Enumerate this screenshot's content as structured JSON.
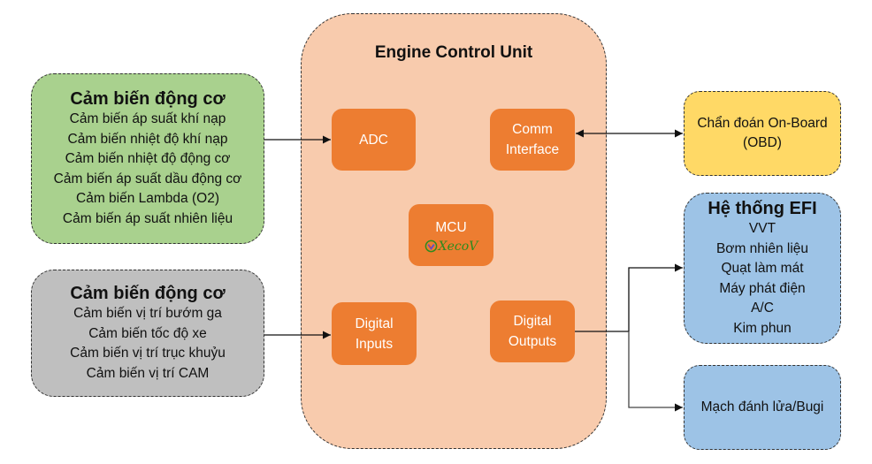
{
  "ecu": {
    "title": "Engine Control Unit",
    "blocks": {
      "adc": [
        "ADC"
      ],
      "comm": [
        "Comm",
        "Interface"
      ],
      "mcu": [
        "MCU"
      ],
      "digital_inputs": [
        "Digital",
        "Inputs"
      ],
      "digital_outputs": [
        "Digital",
        "Outputs"
      ]
    },
    "logo_text": "XecoV"
  },
  "analog_sensors": {
    "title": "Cảm biến động cơ",
    "items": [
      "Cảm biến áp suất khí nạp",
      "Cảm biến nhiệt độ khí nạp",
      "Cảm biến nhiệt độ động cơ",
      "Cảm biến áp suất dầu động cơ",
      "Cảm biến Lambda (O2)",
      "Cảm biến áp suất nhiên liệu"
    ]
  },
  "digital_sensors": {
    "title": "Cảm biến động cơ",
    "items": [
      "Cảm biến vị trí bướm ga",
      "Cảm biến tốc độ xe",
      "Cảm biến vị trí trục khuỷu",
      "Cảm biến vị trí CAM"
    ]
  },
  "obd": {
    "lines": [
      "Chẩn đoán On-Board",
      "(OBD)"
    ]
  },
  "efi": {
    "title": "Hệ thống EFI",
    "items": [
      "VVT",
      "Bơm nhiên liệu",
      "Quạt làm mát",
      "Máy phát điện",
      "A/C",
      "Kim phun"
    ]
  },
  "ignition": {
    "lines": [
      "Mạch đánh lửa/Bugi"
    ]
  },
  "colors": {
    "ecu_fill": "#f8cbad",
    "block_fill": "#ed7d31",
    "analog_fill": "#a9d18e",
    "digital_fill": "#bfbfbf",
    "obd_fill": "#ffd966",
    "efi_fill": "#9dc3e6"
  }
}
